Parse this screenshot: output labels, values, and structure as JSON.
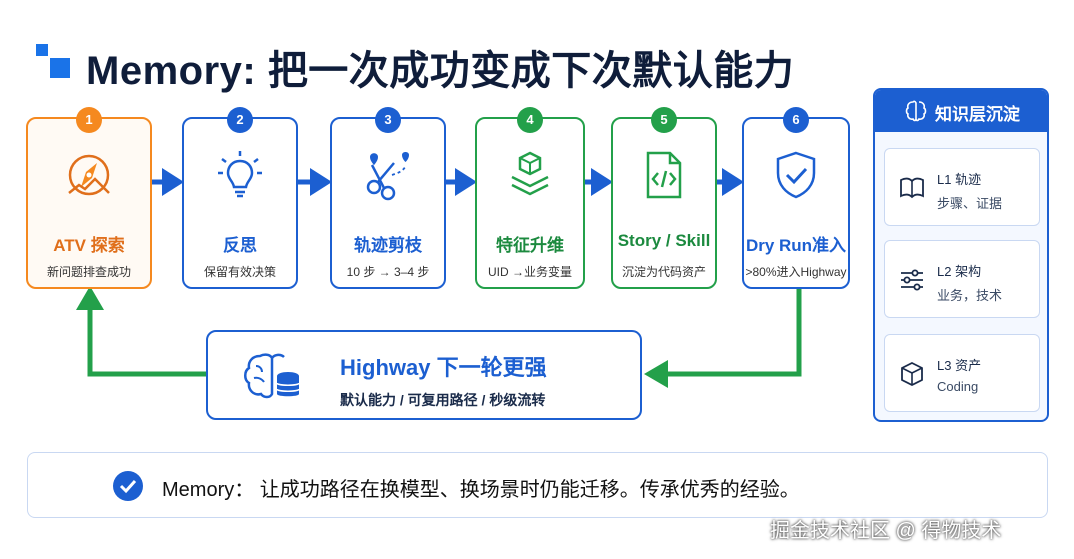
{
  "title": "Memory: 把一次成功变成下次默认能力",
  "colors": {
    "blue": "#1c5fd1",
    "orange": "#f5891f",
    "green": "#23a04a",
    "dark": "#0f1d3a"
  },
  "steps": [
    {
      "num": "1",
      "label": "ATV 探索",
      "sub": "新问题排查成功",
      "icon": "compass-icon",
      "color": "orange"
    },
    {
      "num": "2",
      "label": "反思",
      "sub": "保留有效决策",
      "icon": "lightbulb-icon",
      "color": "blue"
    },
    {
      "num": "3",
      "label": "轨迹剪枝",
      "sub": "10 步 → 3–4 步",
      "icon": "scissors-icon",
      "color": "blue"
    },
    {
      "num": "4",
      "label": "特征升维",
      "sub": "UID →业务变量",
      "icon": "layers-icon",
      "color": "green"
    },
    {
      "num": "5",
      "label": "Story / Skill",
      "sub": "沉淀为代码资产",
      "icon": "code-file-icon",
      "color": "green"
    },
    {
      "num": "6",
      "label": "Dry Run准入",
      "sub": ">80%进入Highway",
      "icon": "shield-check-icon",
      "color": "blue"
    }
  ],
  "highway": {
    "title": "Highway 下一轮更强",
    "sub": "默认能力 / 可复用路径 / 秒级流转",
    "icon": "brain-database-icon"
  },
  "knowledge": {
    "title": "知识层沉淀",
    "icon": "brain-icon",
    "layers": [
      {
        "title": "L1 轨迹",
        "desc": "步骤、证据",
        "icon": "book-icon"
      },
      {
        "title": "L2 架构",
        "desc": "业务，技术",
        "icon": "sliders-icon"
      },
      {
        "title": "L3 资产",
        "desc": "Coding",
        "icon": "cube-icon"
      }
    ]
  },
  "summary": {
    "text": "Memory： 让成功路径在换模型、换场景时仍能迁移。传承优秀的经验。",
    "icon": "check-circle-icon"
  },
  "watermark": "掘金技术社区 @ 得物技术"
}
